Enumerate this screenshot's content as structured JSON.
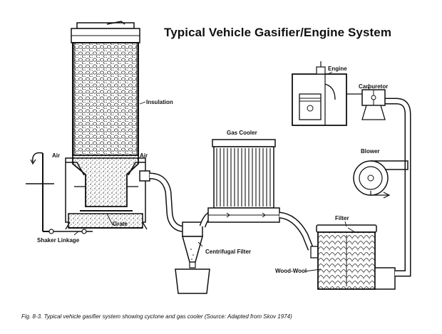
{
  "title": "Typical Vehicle Gasifier/Engine System",
  "labels": {
    "engine": "Engine",
    "carburetor": "Carburetor",
    "insulation": "Insulation",
    "gas_cooler": "Gas Cooler",
    "blower": "Blower",
    "air_left": "Air",
    "air_right": "Air",
    "grate": "Grate",
    "shaker_linkage": "Shaker Linkage",
    "centrifugal_filter": "Centrifugal Filter",
    "filter": "Filter",
    "wood_wool": "Wood-Wool"
  },
  "caption": "Fig. 8-3.  Typical vehicle gasifier system showing cyclone and gas cooler   (Source: Adapted from Skov 1974)"
}
